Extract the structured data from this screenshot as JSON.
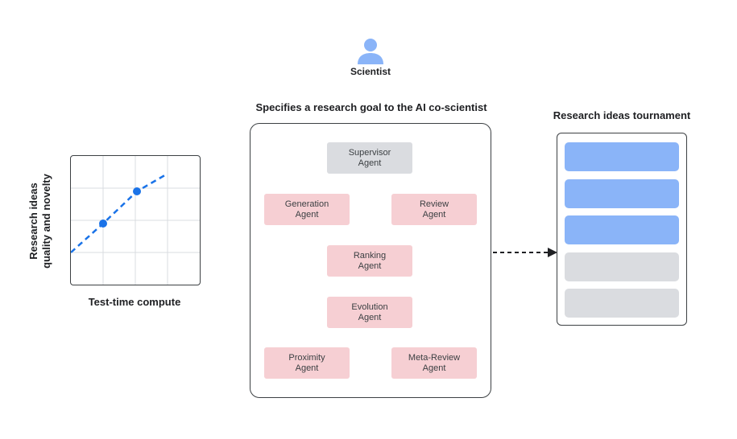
{
  "scientist": {
    "label": "Scientist",
    "icon": "person-icon",
    "color": "#8ab4f8"
  },
  "plot": {
    "xlabel": "Test-time compute",
    "ylabel_line1": "Research ideas",
    "ylabel_line2": "quality and novelty",
    "line_color": "#1a73e8",
    "grid_color": "#dadce0"
  },
  "center": {
    "title": "Specifies a research goal to the AI co-scientist",
    "agents": {
      "supervisor": "Supervisor\nAgent",
      "generation": "Generation\nAgent",
      "review": "Review\nAgent",
      "ranking": "Ranking\nAgent",
      "evolution": "Evolution\nAgent",
      "proximity": "Proximity\nAgent",
      "meta_review": "Meta-Review\nAgent"
    },
    "colors": {
      "agent_pink": "#f6cfd3",
      "agent_gray": "#dadce0"
    }
  },
  "tournament": {
    "title": "Research ideas tournament",
    "items": [
      {
        "state": "highlighted",
        "color": "#8ab4f8"
      },
      {
        "state": "highlighted",
        "color": "#8ab4f8"
      },
      {
        "state": "highlighted",
        "color": "#8ab4f8"
      },
      {
        "state": "plain",
        "color": "#dadce0"
      },
      {
        "state": "plain",
        "color": "#dadce0"
      }
    ]
  }
}
